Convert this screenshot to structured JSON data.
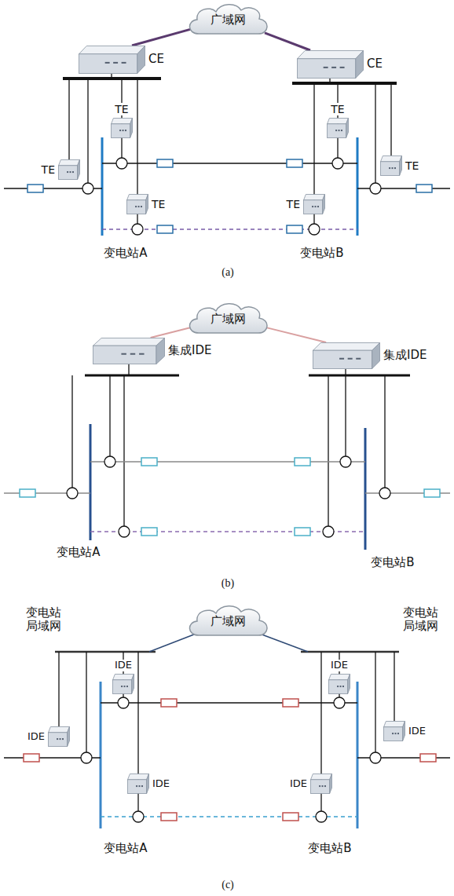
{
  "diagram": {
    "nodes": [
      {
        "text": [
          "广域网"
        ]
      },
      {
        "text": [
          "CE"
        ]
      },
      {
        "text": [
          "CE"
        ]
      },
      {
        "text": [
          "TE"
        ]
      },
      {
        "text": [
          "TE"
        ]
      },
      {
        "text": [
          "TE"
        ]
      },
      {
        "text": [
          "TE"
        ]
      },
      {
        "text": [
          "TE"
        ]
      },
      {
        "text": [
          "TE"
        ]
      },
      {
        "text": [
          "广域网"
        ]
      },
      {
        "text": [
          "集成IDE"
        ]
      },
      {
        "text": [
          "集成IDE"
        ]
      },
      {
        "text": [
          "广域网"
        ]
      },
      {
        "text": [
          "IDE"
        ]
      },
      {
        "text": [
          "IDE"
        ]
      },
      {
        "text": [
          "IDE"
        ]
      },
      {
        "text": [
          "IDE"
        ]
      },
      {
        "text": [
          "IDE"
        ]
      },
      {
        "text": [
          "IDE"
        ]
      }
    ],
    "edges": [
      {
        "from": 0,
        "to": 1,
        "arrow": "none"
      },
      {
        "from": 0,
        "to": 2,
        "arrow": "none"
      },
      {
        "from": 9,
        "to": 10,
        "arrow": "none"
      },
      {
        "from": 9,
        "to": 11,
        "arrow": "none"
      }
    ],
    "labels": [
      "变电站A",
      "变电站B",
      "(a)",
      "变电站A",
      "变电站B",
      "(b)",
      "变电站 局域网",
      "变电站 局域网",
      "变电站A",
      "变电站B",
      "(c)"
    ]
  }
}
